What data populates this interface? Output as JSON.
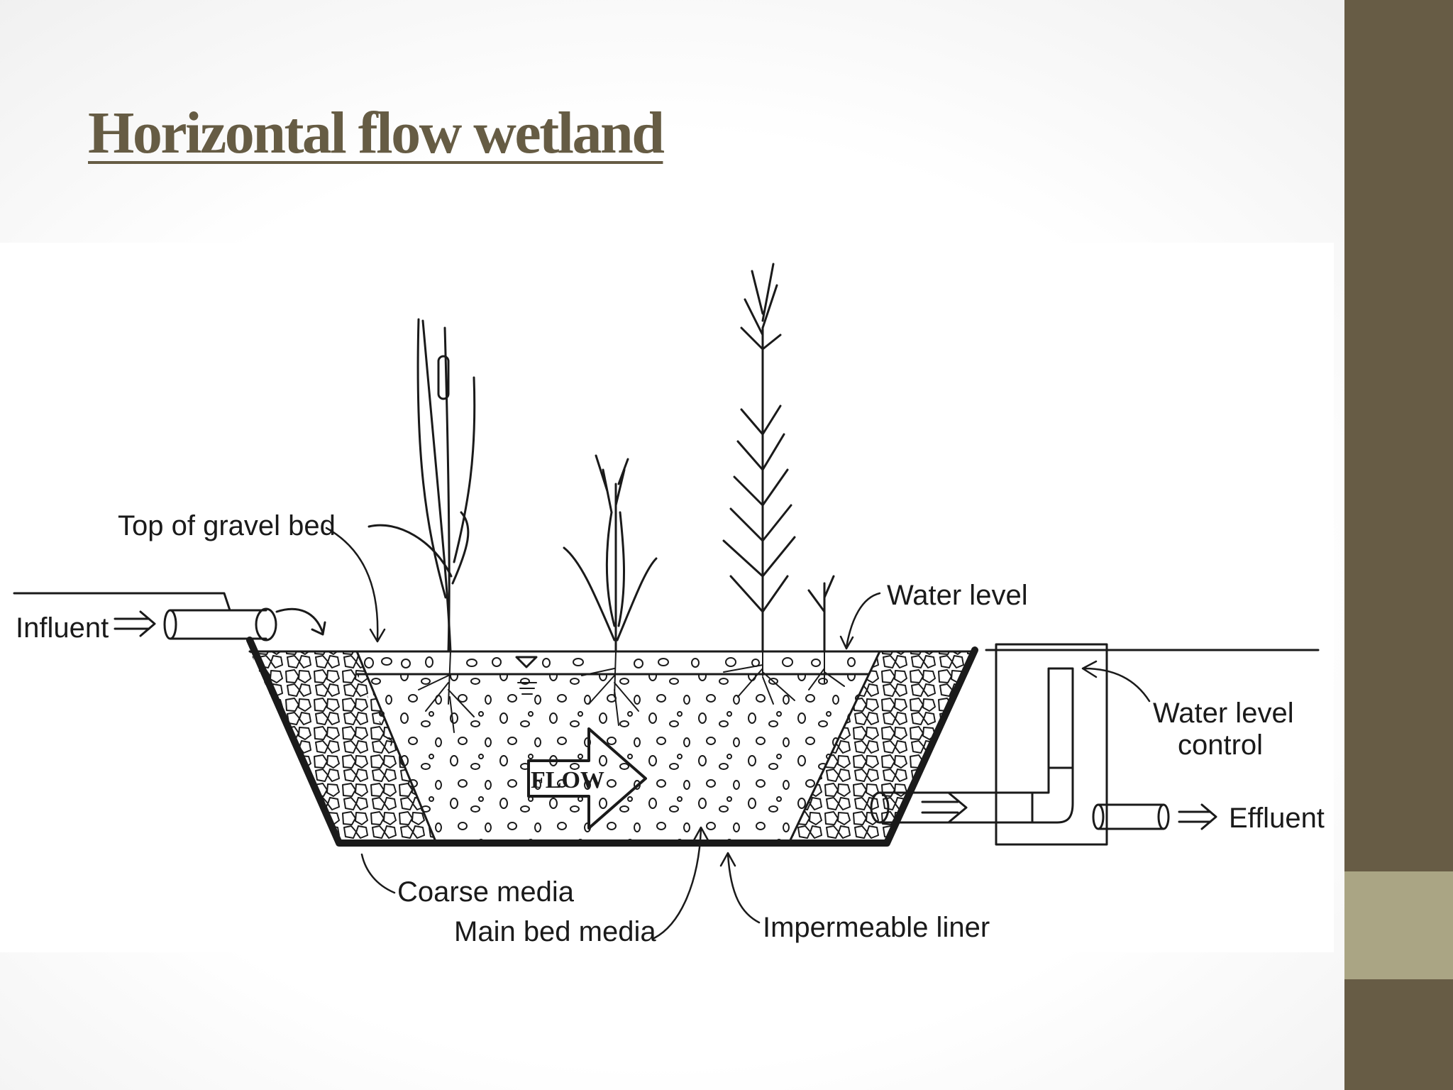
{
  "slide": {
    "title": "Horizontal flow wetland"
  },
  "diagram": {
    "labels": {
      "top_of_gravel_bed": "Top of gravel bed",
      "water_level": "Water level",
      "influent": "Influent",
      "water_level_control_1": "Water level",
      "water_level_control_2": "control",
      "effluent": "Effluent",
      "coarse_media": "Coarse media",
      "main_bed_media": "Main bed media",
      "impermeable_liner": "Impermeable liner",
      "flow": "FLOW"
    }
  },
  "theme": {
    "title_color": "#665c44",
    "sidebar_dark": "#675c45",
    "sidebar_light": "#aaa584"
  }
}
